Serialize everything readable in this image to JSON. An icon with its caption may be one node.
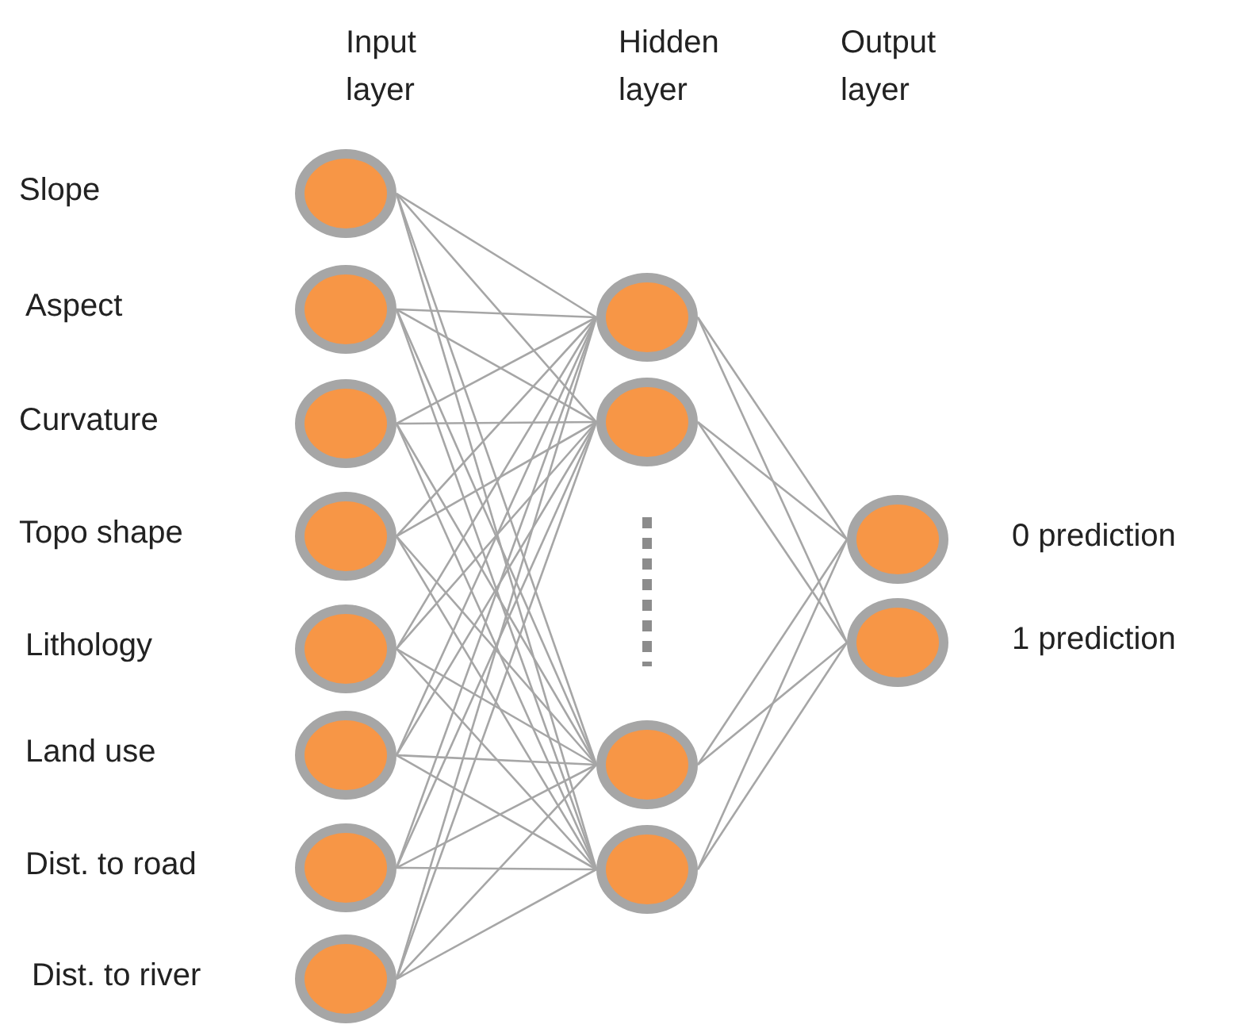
{
  "diagram": {
    "nodes": [
      {
        "text": [],
        "shape": "circle"
      },
      {
        "text": [],
        "shape": "circle"
      },
      {
        "text": [],
        "shape": "circle"
      },
      {
        "text": [],
        "shape": "circle"
      },
      {
        "text": [],
        "shape": "circle"
      },
      {
        "text": [],
        "shape": "circle"
      },
      {
        "text": [],
        "shape": "circle"
      },
      {
        "text": [],
        "shape": "circle"
      },
      {
        "text": [],
        "shape": "circle"
      },
      {
        "text": [],
        "shape": "circle"
      },
      {
        "text": [],
        "shape": "circle"
      },
      {
        "text": [],
        "shape": "circle"
      },
      {
        "text": [],
        "shape": "circle",
        "beside": [
          "0 prediction"
        ]
      },
      {
        "text": [],
        "shape": "circle",
        "beside": [
          "1 prediction"
        ]
      }
    ],
    "edges": [
      {
        "from": 0,
        "to": 8,
        "arrow": "none"
      },
      {
        "from": 0,
        "to": 9,
        "arrow": "none"
      },
      {
        "from": 0,
        "to": 10,
        "arrow": "none"
      },
      {
        "from": 0,
        "to": 11,
        "arrow": "none"
      },
      {
        "from": 1,
        "to": 8,
        "arrow": "none"
      },
      {
        "from": 1,
        "to": 9,
        "arrow": "none"
      },
      {
        "from": 1,
        "to": 10,
        "arrow": "none"
      },
      {
        "from": 1,
        "to": 11,
        "arrow": "none"
      },
      {
        "from": 2,
        "to": 8,
        "arrow": "none"
      },
      {
        "from": 2,
        "to": 9,
        "arrow": "none"
      },
      {
        "from": 2,
        "to": 10,
        "arrow": "none"
      },
      {
        "from": 2,
        "to": 11,
        "arrow": "none"
      },
      {
        "from": 3,
        "to": 8,
        "arrow": "none"
      },
      {
        "from": 3,
        "to": 9,
        "arrow": "none"
      },
      {
        "from": 3,
        "to": 10,
        "arrow": "none"
      },
      {
        "from": 3,
        "to": 11,
        "arrow": "none"
      },
      {
        "from": 4,
        "to": 8,
        "arrow": "none"
      },
      {
        "from": 4,
        "to": 9,
        "arrow": "none"
      },
      {
        "from": 4,
        "to": 10,
        "arrow": "none"
      },
      {
        "from": 4,
        "to": 11,
        "arrow": "none"
      },
      {
        "from": 5,
        "to": 8,
        "arrow": "none"
      },
      {
        "from": 5,
        "to": 9,
        "arrow": "none"
      },
      {
        "from": 5,
        "to": 10,
        "arrow": "none"
      },
      {
        "from": 5,
        "to": 11,
        "arrow": "none"
      },
      {
        "from": 6,
        "to": 8,
        "arrow": "none"
      },
      {
        "from": 6,
        "to": 9,
        "arrow": "none"
      },
      {
        "from": 6,
        "to": 10,
        "arrow": "none"
      },
      {
        "from": 6,
        "to": 11,
        "arrow": "none"
      },
      {
        "from": 7,
        "to": 8,
        "arrow": "none"
      },
      {
        "from": 7,
        "to": 9,
        "arrow": "none"
      },
      {
        "from": 7,
        "to": 10,
        "arrow": "none"
      },
      {
        "from": 7,
        "to": 11,
        "arrow": "none"
      },
      {
        "from": 8,
        "to": 12,
        "arrow": "none"
      },
      {
        "from": 8,
        "to": 13,
        "arrow": "none"
      },
      {
        "from": 9,
        "to": 12,
        "arrow": "none"
      },
      {
        "from": 9,
        "to": 13,
        "arrow": "none"
      },
      {
        "from": 10,
        "to": 12,
        "arrow": "none"
      },
      {
        "from": 10,
        "to": 13,
        "arrow": "none"
      },
      {
        "from": 11,
        "to": 12,
        "arrow": "none"
      },
      {
        "from": 11,
        "to": 13,
        "arrow": "none"
      }
    ],
    "labels": [
      "Input layer",
      "Hidden layer",
      "Output layer",
      "Slope",
      "Aspect",
      "Curvature",
      "Topo shape",
      "Lithology",
      "Land use",
      "Dist. to road",
      "Dist. to river"
    ]
  }
}
